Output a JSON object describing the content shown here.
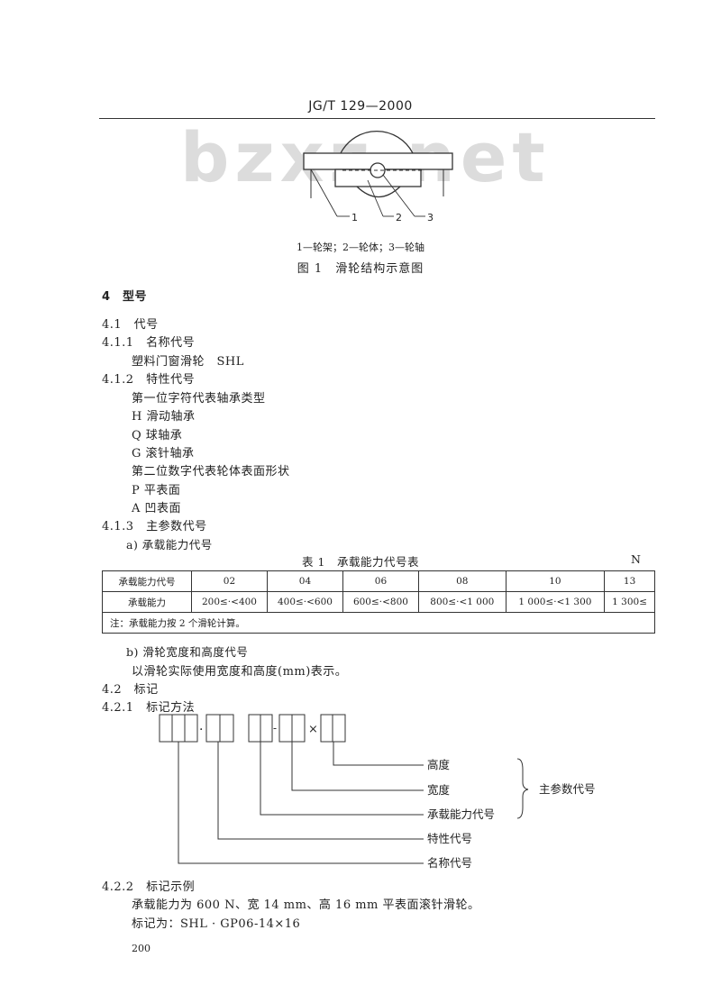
{
  "header": {
    "standard": "JG/T 129—2000"
  },
  "watermark": "bzxz.net",
  "figure1": {
    "callouts": [
      "1",
      "2",
      "3"
    ],
    "legend": "1—轮架；2—轮体；3—轮轴",
    "caption": "图 1　滑轮结构示意图"
  },
  "section4": {
    "title": "4　型号",
    "s41": "4.1　代号",
    "s411": "4.1.1　名称代号",
    "name_code": "塑料门窗滑轮　SHL",
    "s412": "4.1.2　特性代号",
    "char_first": "第一位字符代表轴承类型",
    "bearing_h": "H 滑动轴承",
    "bearing_q": "Q 球轴承",
    "bearing_g": "G 滚针轴承",
    "char_second": "第二位数字代表轮体表面形状",
    "surface_p": "P 平表面",
    "surface_a": "A 凹表面",
    "s413": "4.1.3　主参数代号",
    "item_a": "a) 承载能力代号",
    "table1": {
      "title": "表 1　承载能力代号表",
      "unit": "N",
      "row1_label": "承载能力代号",
      "codes": [
        "02",
        "04",
        "06",
        "08",
        "10",
        "13"
      ],
      "row2_label": "承载能力",
      "ranges": [
        "200≤·<400",
        "400≤·<600",
        "600≤·<800",
        "800≤·<1 000",
        "1 000≤·<1 300",
        "1 300≤"
      ],
      "note": "注：承载能力按 2 个滑轮计算。"
    },
    "item_b": "b) 滑轮宽度和高度代号",
    "item_b_desc": "以滑轮实际使用宽度和高度(mm)表示。",
    "s42": "4.2　标记",
    "s421": "4.2.1　标记方法",
    "marking": {
      "sep_dot": "·",
      "sep_dash": "-",
      "sep_times": "×",
      "label_height": "高度",
      "label_width": "宽度",
      "label_capacity": "承载能力代号",
      "label_char": "特性代号",
      "label_name": "名称代号",
      "label_main": "主参数代号"
    },
    "s422": "4.2.2　标记示例",
    "example_desc": "承载能力为 600 N、宽 14 mm、高 16 mm 平表面滚针滑轮。",
    "example_mark": "标记为：SHL · GP06-14×16"
  },
  "page_number": "200"
}
